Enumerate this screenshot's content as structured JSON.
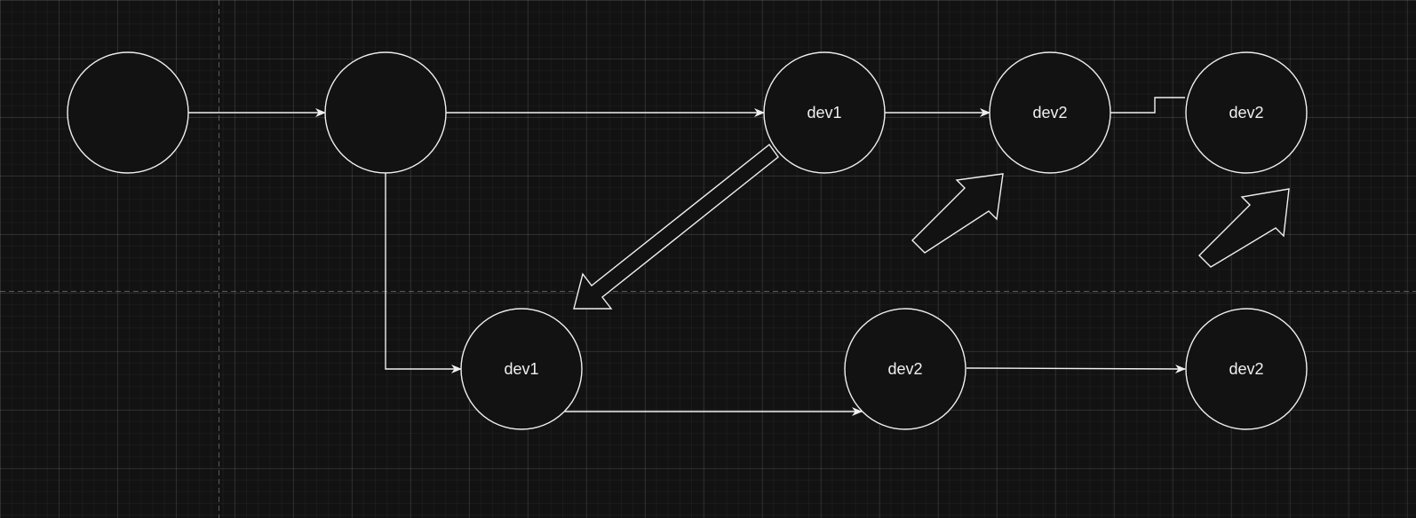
{
  "nodes": [
    {
      "id": "n1",
      "label": ""
    },
    {
      "id": "n2",
      "label": ""
    },
    {
      "id": "n3",
      "label": "dev1"
    },
    {
      "id": "n4",
      "label": "dev2"
    },
    {
      "id": "n5",
      "label": "dev2"
    },
    {
      "id": "n6",
      "label": "dev1"
    },
    {
      "id": "n7",
      "label": "dev2"
    },
    {
      "id": "n8",
      "label": "dev2"
    }
  ],
  "edges": [
    {
      "from": "n1",
      "to": "n2"
    },
    {
      "from": "n2",
      "to": "n3"
    },
    {
      "from": "n3",
      "to": "n4"
    },
    {
      "from": "n4",
      "to": "n5"
    },
    {
      "from": "n2",
      "to": "n6"
    },
    {
      "from": "n6",
      "to": "n7"
    },
    {
      "from": "n7",
      "to": "n8"
    }
  ],
  "colors": {
    "background": "#121212",
    "stroke": "#f0f0f0"
  }
}
